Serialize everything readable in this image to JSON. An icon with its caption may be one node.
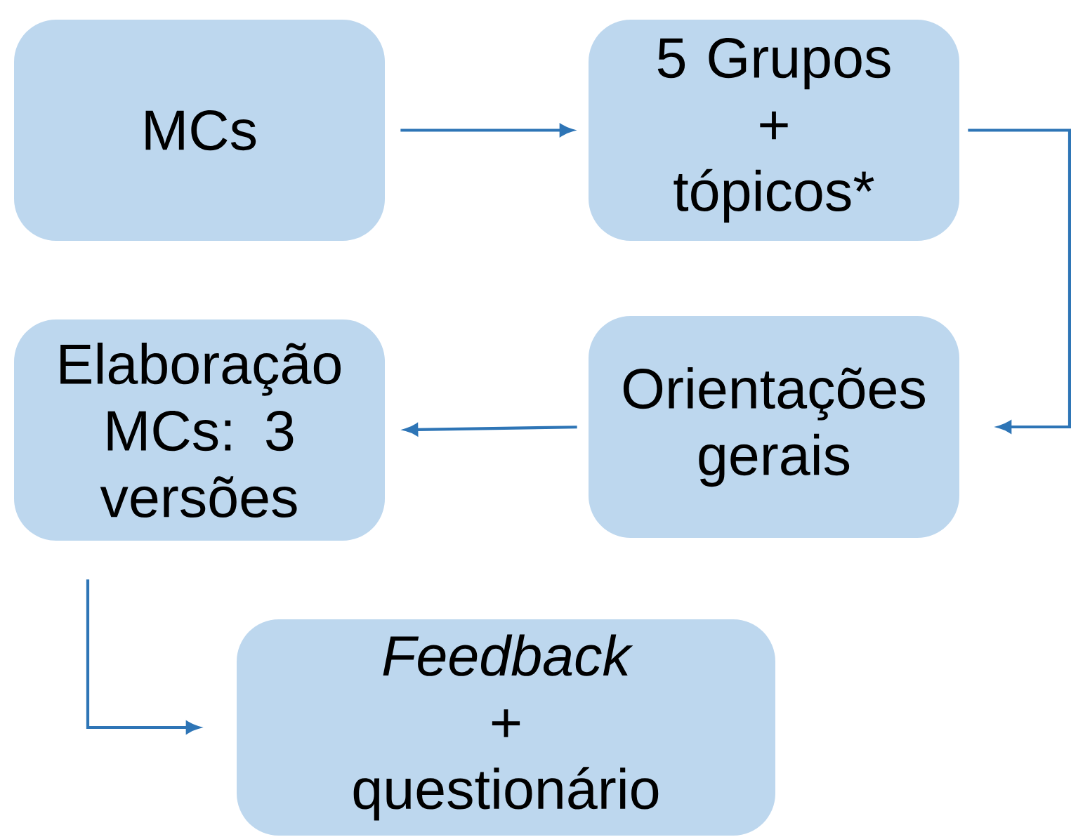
{
  "diagram": {
    "nodes": [
      {
        "text": [
          "MCs"
        ]
      },
      {
        "text": [
          "5 Grupos + tópicos*"
        ]
      },
      {
        "text": [
          "Orientações gerais"
        ]
      },
      {
        "text": [
          "Elaboração MCs: 3 versões"
        ]
      },
      {
        "text": [
          "*Feedback* + questionário"
        ]
      }
    ],
    "edges": [
      {
        "from": 0,
        "to": 1,
        "arrow": "to"
      },
      {
        "from": 1,
        "to": 2,
        "arrow": "to"
      },
      {
        "from": 2,
        "to": 3,
        "arrow": "to"
      },
      {
        "from": 3,
        "to": 4,
        "arrow": "to"
      }
    ]
  }
}
